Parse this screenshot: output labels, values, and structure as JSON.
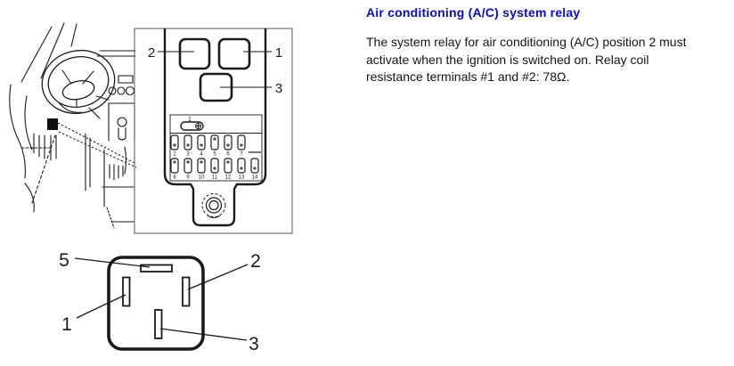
{
  "article": {
    "title": "Air conditioning (A/C) system relay",
    "line1": "The system relay for air conditioning (A/C) position 2 must",
    "line2": "activate when the ignition is switched on. Relay coil",
    "line3": "resistance terminals #1 and #2: 78Ω."
  },
  "colors": {
    "title_blue": "#0b0bc4",
    "line_art_ink": "#1a1a1a",
    "background": "#ffffff"
  },
  "fusebox": {
    "relay_labels": {
      "left_relay": "2",
      "right_relay": "1",
      "lower_relay": "3"
    },
    "main_fuse_label": "1",
    "fuse_row1_numbers": [
      "2",
      "3",
      "4",
      "5",
      "6",
      "7"
    ],
    "fuse_row2_numbers": [
      "8",
      "9",
      "10",
      "11",
      "12",
      "13",
      "14"
    ]
  },
  "pinout": {
    "pin_top": "5",
    "pin_right": "2",
    "pin_left": "1",
    "pin_bottom": "3"
  }
}
